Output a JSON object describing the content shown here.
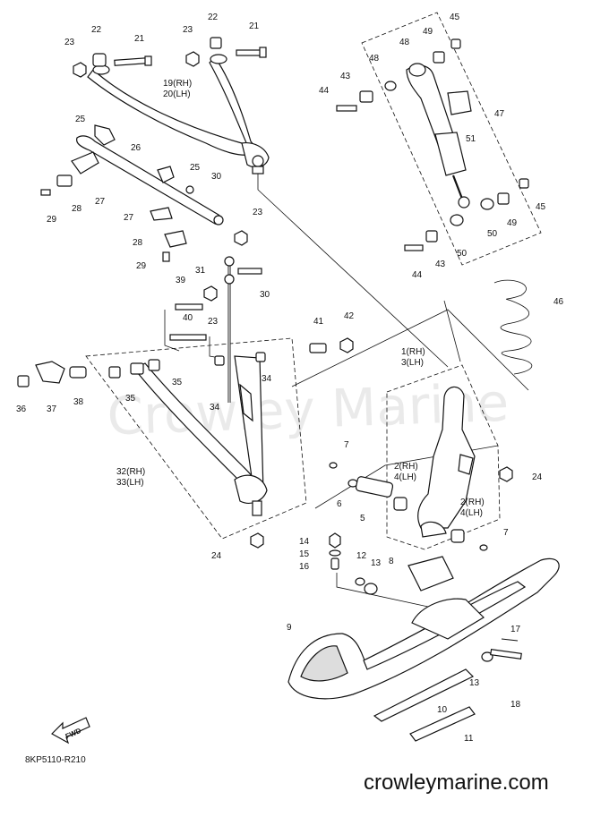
{
  "labels": {
    "p1": "1(RH)",
    "p3": "3(LH)",
    "p2a": "2(RH)",
    "p4a": "4(LH)",
    "p2b": "2(RH)",
    "p4b": "4(LH)",
    "p5": "5",
    "p6": "6",
    "p7a": "7",
    "p7b": "7",
    "p8": "8",
    "p9": "9",
    "p10": "10",
    "p11": "11",
    "p12": "12",
    "p13a": "13",
    "p13b": "13",
    "p14": "14",
    "p15": "15",
    "p16": "16",
    "p17": "17",
    "p18": "18",
    "p19": "19(RH)",
    "p20": "20(LH)",
    "p21a": "21",
    "p21b": "21",
    "p22a": "22",
    "p22b": "22",
    "p23a": "23",
    "p23b": "23",
    "p23c": "23",
    "p23d": "23",
    "p24a": "24",
    "p24b": "24",
    "p25a": "25",
    "p25b": "25",
    "p26": "26",
    "p27a": "27",
    "p27b": "27",
    "p28a": "28",
    "p28b": "28",
    "p29a": "29",
    "p29b": "29",
    "p30a": "30",
    "p30b": "30",
    "p31": "31",
    "p32": "32(RH)",
    "p33": "33(LH)",
    "p34a": "34",
    "p34b": "34",
    "p35a": "35",
    "p35b": "35",
    "p36": "36",
    "p37": "37",
    "p38": "38",
    "p39": "39",
    "p40": "40",
    "p41": "41",
    "p42": "42",
    "p43a": "43",
    "p43b": "43",
    "p44a": "44",
    "p44b": "44",
    "p45a": "45",
    "p45b": "45",
    "p46": "46",
    "p47": "47",
    "p48a": "48",
    "p48b": "48",
    "p49a": "49",
    "p49b": "49",
    "p50a": "50",
    "p50b": "50",
    "p51": "51"
  },
  "watermark": "Crowley Marine",
  "fwd_label": "FWD",
  "diagram_code": "8KP5110-R210",
  "footer_url": "crowleymarine.com"
}
